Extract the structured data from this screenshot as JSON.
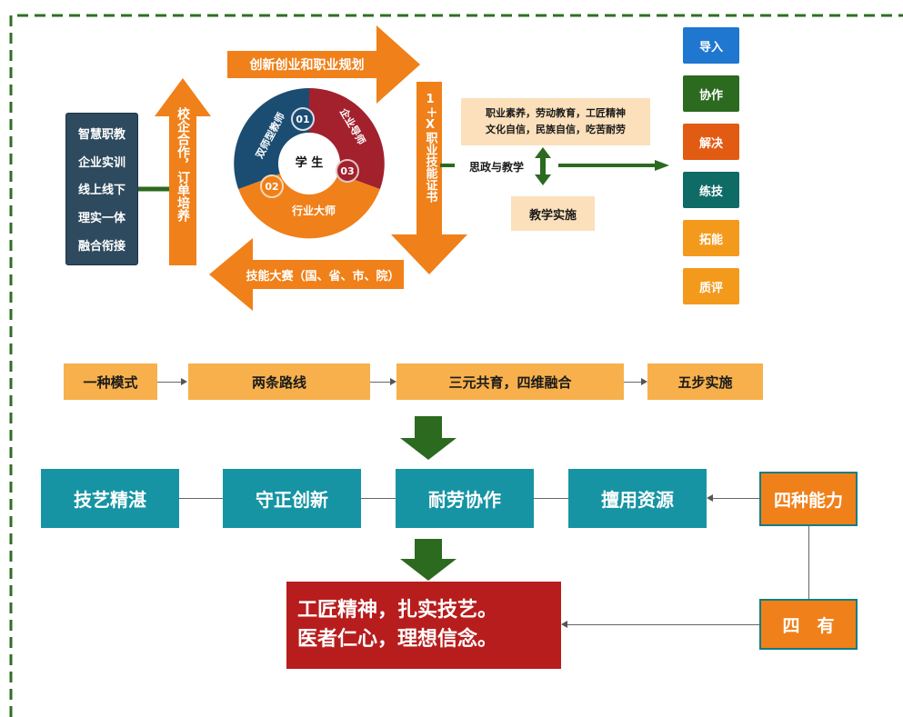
{
  "colors": {
    "border": "#2f6f22",
    "dark_green": "#2b6a1f",
    "orange": "#f08019",
    "teal": "#1694a3",
    "peach": "#f7b04c",
    "red": "#b81d1d",
    "light_peach": "#fbe0bb"
  },
  "left_panel": {
    "lines": [
      "智慧职教",
      "企业实训",
      "线上线下",
      "理实一体",
      "融合衔接"
    ]
  },
  "arrows": {
    "top": "创新创业和职业规划",
    "left": "校企合作，订单培养",
    "right": "1＋X职业技能证书",
    "bottom": "技能大赛（国、省、市、院）"
  },
  "ring": {
    "center": "学 生",
    "seg1_num": "01",
    "seg1_label": "双师型教师",
    "seg2_label": "企业导师",
    "seg3_num": "03",
    "seg4_num": "02",
    "seg4_label": "行业大师"
  },
  "politics": {
    "box_line1": "职业素养，劳动教育，工匠精神",
    "box_line2": "文化自信，民族自信，吃苦耐劳",
    "label": "思政与教学",
    "teaching": "教学实施"
  },
  "steps": [
    {
      "label": "导入",
      "color": "#1f77d0"
    },
    {
      "label": "协作",
      "color": "#2b6a1f"
    },
    {
      "label": "解决",
      "color": "#e25b12"
    },
    {
      "label": "练技",
      "color": "#0f6b66"
    },
    {
      "label": "拓能",
      "color": "#f39a1d"
    },
    {
      "label": "质评",
      "color": "#f39a1d"
    }
  ],
  "flow": [
    "一种模式",
    "两条路线",
    "三元共育，四维融合",
    "五步实施"
  ],
  "abilities": [
    "技艺精湛",
    "守正创新",
    "耐劳协作",
    "擅用资源"
  ],
  "four_abilities": "四种能力",
  "four_have": "四　有",
  "result": {
    "line1": "工匠精神，扎实技艺。",
    "line2": "医者仁心，理想信念。"
  }
}
